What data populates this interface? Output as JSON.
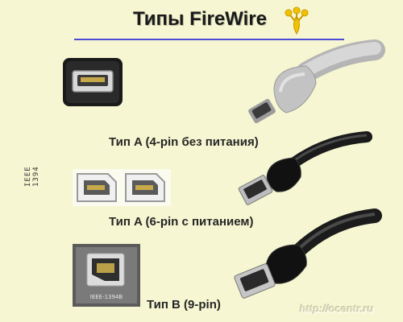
{
  "header": {
    "title": "Типы FireWire"
  },
  "labels": {
    "type_a_4pin": "Тип A (4-pin без питания)",
    "type_a_6pin": "Тип A (6-pin с питанием)",
    "type_b_9pin": "Тип B (9-pin)"
  },
  "port_labels": {
    "ieee_vertical_top": "IEEE",
    "ieee_vertical_bottom": "1394",
    "ieee_1394b": "IEEE-1394B"
  },
  "watermark": "http://ocentr.ru",
  "colors": {
    "background": "#f6f6d2",
    "rule": "#4b4bd6",
    "logo": "#f2c200",
    "gray_cable": "#c8c8c8",
    "black_cable": "#1b1b1b"
  },
  "icons": [
    "firewire-logo-icon"
  ]
}
